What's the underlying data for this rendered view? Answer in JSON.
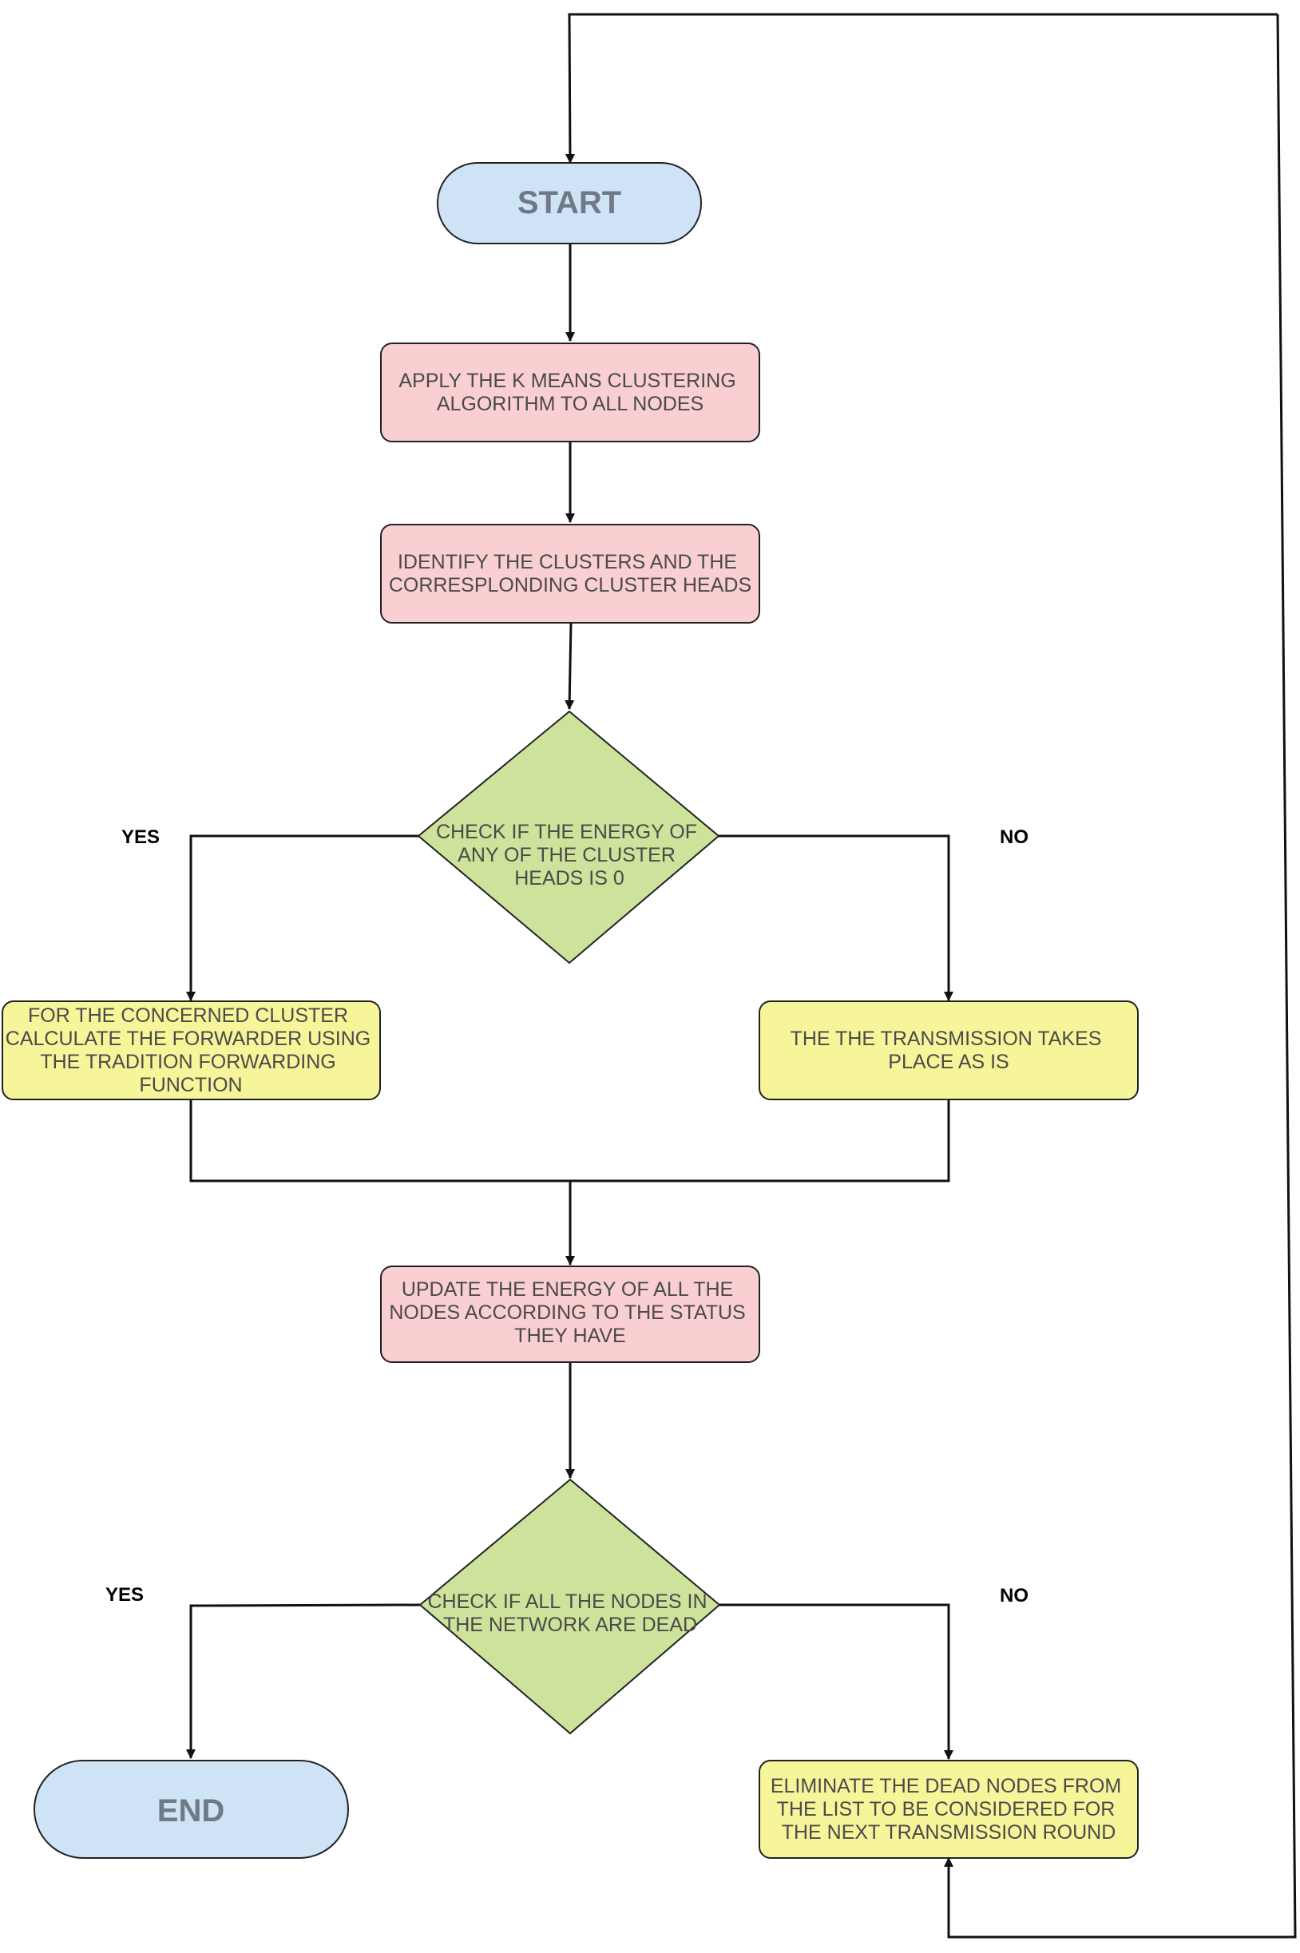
{
  "colors": {
    "terminal_fill": "#cfe3f7",
    "process_fill": "#f9cfd1",
    "decision_fill": "#cde29a",
    "action_fill": "#f7f59a",
    "stroke": "#222222",
    "connector": "#111111"
  },
  "nodes": {
    "start": {
      "label": "START",
      "shape": "terminal"
    },
    "apply_kmeans": {
      "lines": [
        "APPLY THE K MEANS CLUSTERING",
        "ALGORITHM TO ALL NODES"
      ],
      "shape": "process"
    },
    "identify_clusters": {
      "lines": [
        "IDENTIFY THE CLUSTERS AND THE",
        "CORRESPLONDING CLUSTER HEADS"
      ],
      "shape": "process"
    },
    "check_energy": {
      "lines": [
        "CHECK IF THE ENERGY OF",
        "ANY OF THE CLUSTER",
        "HEADS IS 0"
      ],
      "shape": "decision"
    },
    "forwarder": {
      "lines": [
        "FOR THE CONCERNED CLUSTER",
        "CALCULATE THE FORWARDER USING",
        "THE TRADITION FORWARDING",
        "FUNCTION"
      ],
      "shape": "action"
    },
    "transmission": {
      "lines": [
        "THE THE TRANSMISSION TAKES",
        "PLACE AS IS"
      ],
      "shape": "action"
    },
    "update_energy": {
      "lines": [
        "UPDATE THE ENERGY OF ALL THE",
        "NODES ACCORDING TO THE STATUS",
        "THEY HAVE"
      ],
      "shape": "process"
    },
    "check_dead": {
      "lines": [
        "CHECK IF ALL THE NODES IN",
        "THE NETWORK ARE DEAD"
      ],
      "shape": "decision"
    },
    "end": {
      "label": "END",
      "shape": "terminal"
    },
    "eliminate": {
      "lines": [
        "ELIMINATE THE DEAD NODES FROM",
        "THE LIST TO BE CONSIDERED FOR",
        "THE NEXT TRANSMISSION ROUND"
      ],
      "shape": "action"
    }
  },
  "branch_labels": {
    "energy_yes": "YES",
    "energy_no": "NO",
    "dead_yes": "YES",
    "dead_no": "NO"
  },
  "edges": [
    {
      "from": "start",
      "to": "apply_kmeans"
    },
    {
      "from": "apply_kmeans",
      "to": "identify_clusters"
    },
    {
      "from": "identify_clusters",
      "to": "check_energy"
    },
    {
      "from": "check_energy",
      "to": "forwarder",
      "label": "YES"
    },
    {
      "from": "check_energy",
      "to": "transmission",
      "label": "NO"
    },
    {
      "from": "forwarder",
      "to": "update_energy"
    },
    {
      "from": "transmission",
      "to": "update_energy"
    },
    {
      "from": "update_energy",
      "to": "check_dead"
    },
    {
      "from": "check_dead",
      "to": "end",
      "label": "YES"
    },
    {
      "from": "check_dead",
      "to": "eliminate",
      "label": "NO"
    },
    {
      "from": "eliminate",
      "to": "start"
    }
  ]
}
